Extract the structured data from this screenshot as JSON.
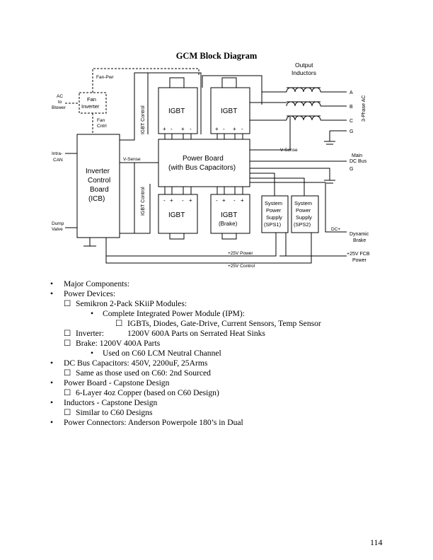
{
  "title": "GCM Block Diagram",
  "diagram": {
    "output_inductors": [
      "Output",
      "Inductors"
    ],
    "fan_pwr": "Fan-Pwr",
    "ac_to_blower": [
      "AC",
      "to",
      "Blower"
    ],
    "fan_inverter": [
      "Fan",
      "Inverter"
    ],
    "fan_cntrl": [
      "Fan",
      "Cntrl"
    ],
    "igbt_control": "IGBT Control",
    "igbt": "IGBT",
    "brake": "(Brake)",
    "plus_minus_top": [
      "+",
      "-",
      "+",
      "-"
    ],
    "plus_minus_bottom": [
      "-",
      "+",
      "-",
      "+"
    ],
    "phase_a": "A",
    "phase_b": "B",
    "phase_c": "C",
    "ground": "G",
    "three_phase_ac": "3-Phase AC",
    "intra_can": [
      "Intra-",
      "CAN"
    ],
    "v_sense": "V-Sense",
    "power_board": [
      "Power Board",
      "(with Bus Capacitors)"
    ],
    "main_dc_bus": [
      "Main",
      "DC Bus"
    ],
    "icb": [
      "Inverter",
      "Control",
      "Board",
      "(ICB)"
    ],
    "sps1": [
      "System",
      "Power",
      "Supply",
      "(SPS1)"
    ],
    "sps2": [
      "System",
      "Power",
      "Supply",
      "(SPS2)"
    ],
    "dump_valve": [
      "Dump",
      "Valve"
    ],
    "dc_plus": "DC+",
    "dynamic_brake": [
      "Dynamic",
      "Brake"
    ],
    "plus25_power": "+25V Power",
    "plus25_control": "+25V Control",
    "plus25_fcb": [
      "+25V FCB",
      "Power"
    ]
  },
  "bullets": [
    {
      "marker": "•",
      "text": "Major Components:",
      "indent": 1
    },
    {
      "marker": "•",
      "text": "Power Devices:",
      "indent": 1
    },
    {
      "marker": "",
      "text": "Semikron 2-Pack SKiiP Modules:",
      "indent": 2
    },
    {
      "marker": "•",
      "text": "Complete Integrated Power Module (IPM):",
      "indent": 3
    },
    {
      "marker": "",
      "text": "IGBTs, Diodes, Gate-Drive, Current Sensors, Temp Sensor",
      "indent": 4
    },
    {
      "marker": "",
      "text": "Inverter:",
      "text2": "1200V 600A Parts on Serrated Heat Sinks",
      "indent": 2
    },
    {
      "marker": "",
      "text": "Brake:  1200V 400A Parts",
      "indent": 2
    },
    {
      "marker": "•",
      "text": "Used on C60 LCM Neutral Channel",
      "indent": 3
    },
    {
      "marker": "•",
      "text": "DC Bus Capacitors: 450V, 2200uF, 25Arms",
      "indent": 1
    },
    {
      "marker": "",
      "text": "Same as those used on C60: 2nd Sourced",
      "indent": 2
    },
    {
      "marker": "•",
      "text": "Power Board - Capstone Design",
      "indent": 1
    },
    {
      "marker": "",
      "text": "6-Layer 4oz Copper (based on C60 Design)",
      "indent": 2
    },
    {
      "marker": "•",
      "text": "Inductors - Capstone Design",
      "indent": 1
    },
    {
      "marker": "",
      "text": "Similar to C60 Designs",
      "indent": 2
    },
    {
      "marker": "•",
      "text": "Power Connectors: Anderson Powerpole 180’s in Dual",
      "indent": 1
    }
  ],
  "page_number": "114"
}
